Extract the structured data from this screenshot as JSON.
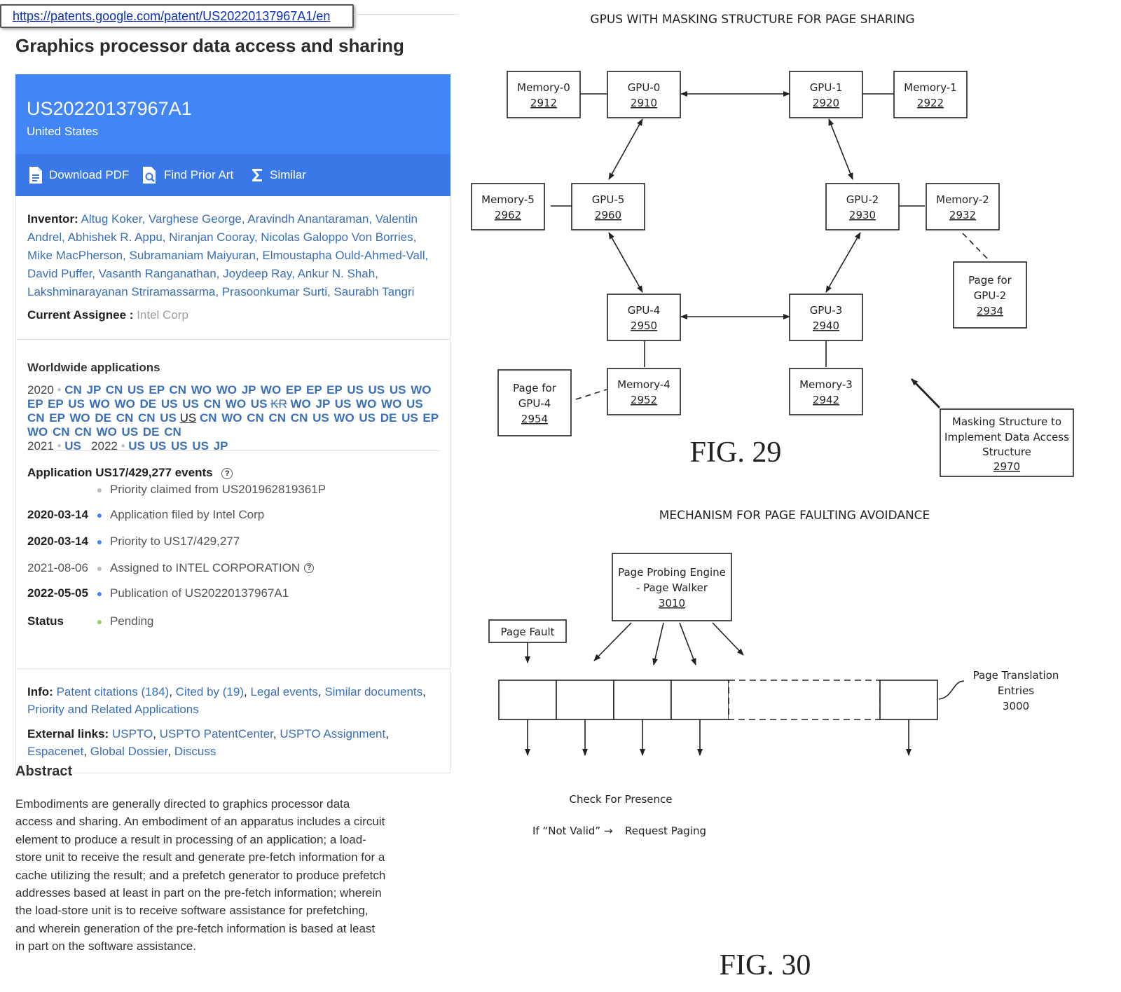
{
  "browser": {
    "url": "https://patents.google.com/patent/US20220137967A1/en"
  },
  "patent": {
    "title": "Graphics processor data access and sharing",
    "number": "US20220137967A1",
    "country": "United States",
    "actions": {
      "download": "Download PDF",
      "prior_art": "Find Prior Art",
      "similar": "Similar"
    },
    "inventor_label": "Inventor:",
    "inventors": "Altug Koker, Varghese George, Aravindh Anantaraman, Valentin Andrel, Abhishek R. Appu, Niranjan Cooray, Nicolas Galoppo Von Borries, Mike MacPherson, Subramaniam Maiyuran, Elmoustapha Ould-Ahmed-Vall, David Puffer, Vasanth Ranganathan, Joydeep Ray, Ankur N. Shah, Lakshminarayanan Striramassarma, Prasoonkumar Surti, Saurabh Tangri",
    "assignee_label": "Current Assignee :",
    "assignee": "Intel Corp"
  },
  "worldwide": {
    "title": "Worldwide applications",
    "y2020": "2020",
    "codes_2020_a": "CN JP CN US EP CN WO WO JP WO EP EP EP US US US WO EP EP US WO WO DE US US CN WO US",
    "code_struck": "KR",
    "codes_2020_b": "WO JP US WO WO US CN EP WO DE CN CN US",
    "code_current": "US",
    "codes_2020_c": "CN WO CN CN CN US WO US DE US EP WO CN CN WO US DE CN",
    "y2021": "2021",
    "codes_2021": "US",
    "y2022": "2022",
    "codes_2022": "US US US US JP"
  },
  "events": {
    "title": "Application US17/429,277 events",
    "help": "?",
    "items": [
      {
        "date": "",
        "text": "Priority claimed from US201962819361P"
      },
      {
        "date": "2020-03-14",
        "text": "Application filed by Intel Corp"
      },
      {
        "date": "2020-03-14",
        "text": "Priority to US17/429,277"
      },
      {
        "date": "2021-08-06",
        "text": "Assigned to INTEL CORPORATION"
      },
      {
        "date": "2022-05-05",
        "text": "Publication of US20220137967A1"
      },
      {
        "date": "Status",
        "text": "Pending"
      }
    ]
  },
  "info": {
    "label": "Info:",
    "links": [
      "Patent citations (184)",
      "Cited by (19)",
      "Legal events",
      "Similar documents",
      "Priority and Related Applications"
    ],
    "ext_label": "External links:",
    "ext_links": [
      "USPTO",
      "USPTO PatentCenter",
      "USPTO Assignment",
      "Espacenet",
      "Global Dossier",
      "Discuss"
    ]
  },
  "abstract": {
    "title": "Abstract",
    "text": "Embodiments are generally directed to graphics processor data access and sharing. An embodiment of an apparatus includes a circuit element to produce a result in processing of an application; a load-store unit to receive the result and generate pre-fetch information for a cache utilizing the result; and a prefetch generator to produce prefetch addresses based at least in part on the pre-fetch information; wherein the load-store unit is to receive software assistance for prefetching, and wherein generation of the pre-fetch information is based at least in part on the software assistance."
  },
  "fig29": {
    "heading": "GPUS  WITH MASKING STRUCTURE FOR PAGE SHARING",
    "caption": "FIG. 29",
    "nodes": {
      "mem0": [
        "Memory-0",
        "2912"
      ],
      "gpu0": [
        "GPU-0",
        "2910"
      ],
      "gpu1": [
        "GPU-1",
        "2920"
      ],
      "mem1": [
        "Memory-1",
        "2922"
      ],
      "mem5": [
        "Memory-5",
        "2962"
      ],
      "gpu5": [
        "GPU-5",
        "2960"
      ],
      "gpu2": [
        "GPU-2",
        "2930"
      ],
      "mem2": [
        "Memory-2",
        "2932"
      ],
      "page2": [
        "Page for",
        "GPU-2",
        "2934"
      ],
      "gpu4": [
        "GPU-4",
        "2950"
      ],
      "gpu3": [
        "GPU-3",
        "2940"
      ],
      "page4": [
        "Page for",
        "GPU-4",
        "2954"
      ],
      "mem4": [
        "Memory-4",
        "2952"
      ],
      "mem3": [
        "Memory-3",
        "2942"
      ],
      "mask": [
        "Masking Structure to",
        "Implement Data Access",
        "Structure",
        "2970"
      ]
    }
  },
  "fig30": {
    "heading": "MECHANISM FOR PAGE FAULTING AVOIDANCE",
    "caption": "FIG. 30",
    "engine": [
      "Page Probing Engine",
      "- Page Walker",
      "3010"
    ],
    "page_fault": "Page Fault",
    "pte": [
      "Page Translation",
      "Entries",
      "3000"
    ],
    "check": "Check For Presence",
    "if_not_valid": "If “Not Valid” →",
    "request": "Request Paging"
  }
}
